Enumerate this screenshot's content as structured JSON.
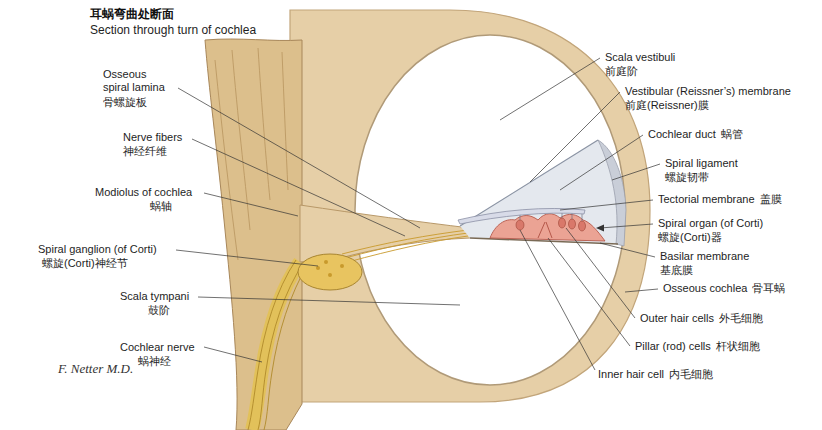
{
  "diagram": {
    "title": "耳蜗弯曲处断面",
    "labels": [
      "Section through turn of cochlea",
      "Osseous spiral lamina",
      "骨螺旋板",
      "Nerve fibers",
      "神经纤维",
      "Modiolus of cochlea",
      "蜗轴",
      "Spiral ganglion (of Corti)",
      "螺旋(Corti)神经节",
      "Scala tympani",
      "鼓阶",
      "Cochlear nerve",
      "蜗神经",
      "F. Netter M.D.",
      "Scala vestibuli",
      "前庭阶",
      "Vestibular (Reissner’s) membrane",
      "前庭(Reissner)膜",
      "Cochlear duct",
      "蜗管",
      "Spiral ligament",
      "螺旋韧带",
      "Tectorial membrane",
      "盖膜",
      "Spiral organ (of Corti)",
      "螺旋(Corti)器",
      "Basilar membrane",
      "基底膜",
      "Osseous cochlea",
      "骨耳蜗",
      "Outer hair cells",
      "外毛细胞",
      "Pillar (rod) cells",
      "杆状细胞",
      "Inner hair cell",
      "内毛细胞"
    ]
  }
}
